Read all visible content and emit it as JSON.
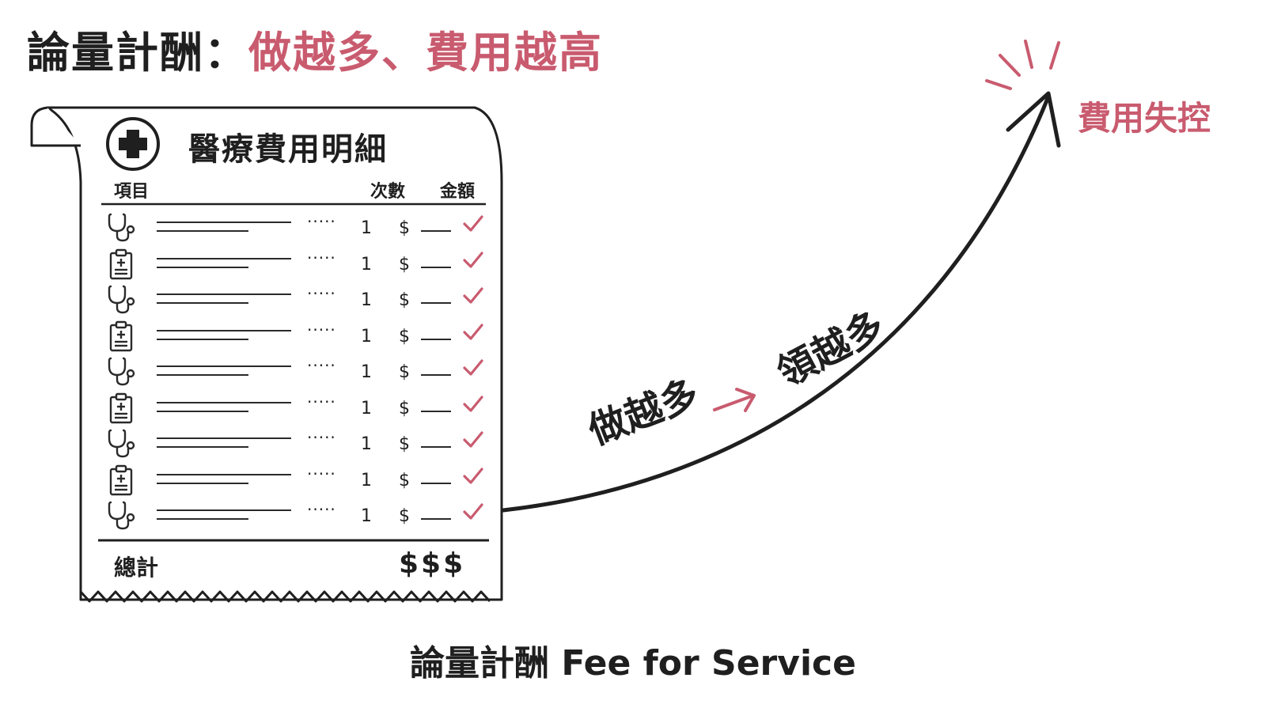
{
  "title": {
    "prefix": "論量計酬：",
    "accent": "做越多、費用越高"
  },
  "receipt": {
    "heading": "醫療費用明細",
    "columns": {
      "item": "項目",
      "count": "次數",
      "amount": "金額"
    },
    "rows": [
      {
        "icon": "stethoscope-icon",
        "dots": "·····",
        "count": "1",
        "currency": "$"
      },
      {
        "icon": "clipboard-icon",
        "dots": "·····",
        "count": "1",
        "currency": "$"
      },
      {
        "icon": "stethoscope-icon",
        "dots": "·····",
        "count": "1",
        "currency": "$"
      },
      {
        "icon": "clipboard-icon",
        "dots": "·····",
        "count": "1",
        "currency": "$"
      },
      {
        "icon": "stethoscope-icon",
        "dots": "·····",
        "count": "1",
        "currency": "$"
      },
      {
        "icon": "clipboard-icon",
        "dots": "·····",
        "count": "1",
        "currency": "$"
      },
      {
        "icon": "stethoscope-icon",
        "dots": "·····",
        "count": "1",
        "currency": "$"
      },
      {
        "icon": "clipboard-icon",
        "dots": "·····",
        "count": "1",
        "currency": "$"
      },
      {
        "icon": "stethoscope-icon",
        "dots": "·····",
        "count": "1",
        "currency": "$"
      }
    ],
    "total_label": "總計",
    "total_value": "$$$"
  },
  "curve": {
    "label_do_more": "做越多",
    "label_get_more": "領越多",
    "label_runaway": "費用失控"
  },
  "footer": "論量計酬 Fee for Service",
  "colors": {
    "accent": "#c95b6f",
    "ink": "#1f1f1f"
  }
}
